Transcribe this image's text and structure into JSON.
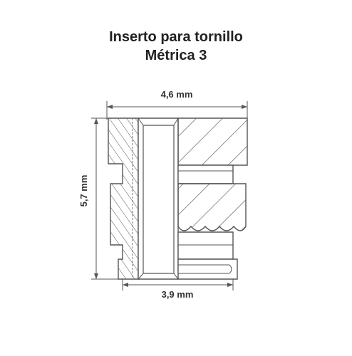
{
  "title": {
    "line1": "Inserto para tornillo",
    "line2": "Métrica 3"
  },
  "dimensions": {
    "top_width": "4,6 mm",
    "height": "5,7 mm",
    "bottom_width": "3,9 mm"
  },
  "colors": {
    "line": "#555555",
    "text": "#222222",
    "background": "#ffffff"
  }
}
